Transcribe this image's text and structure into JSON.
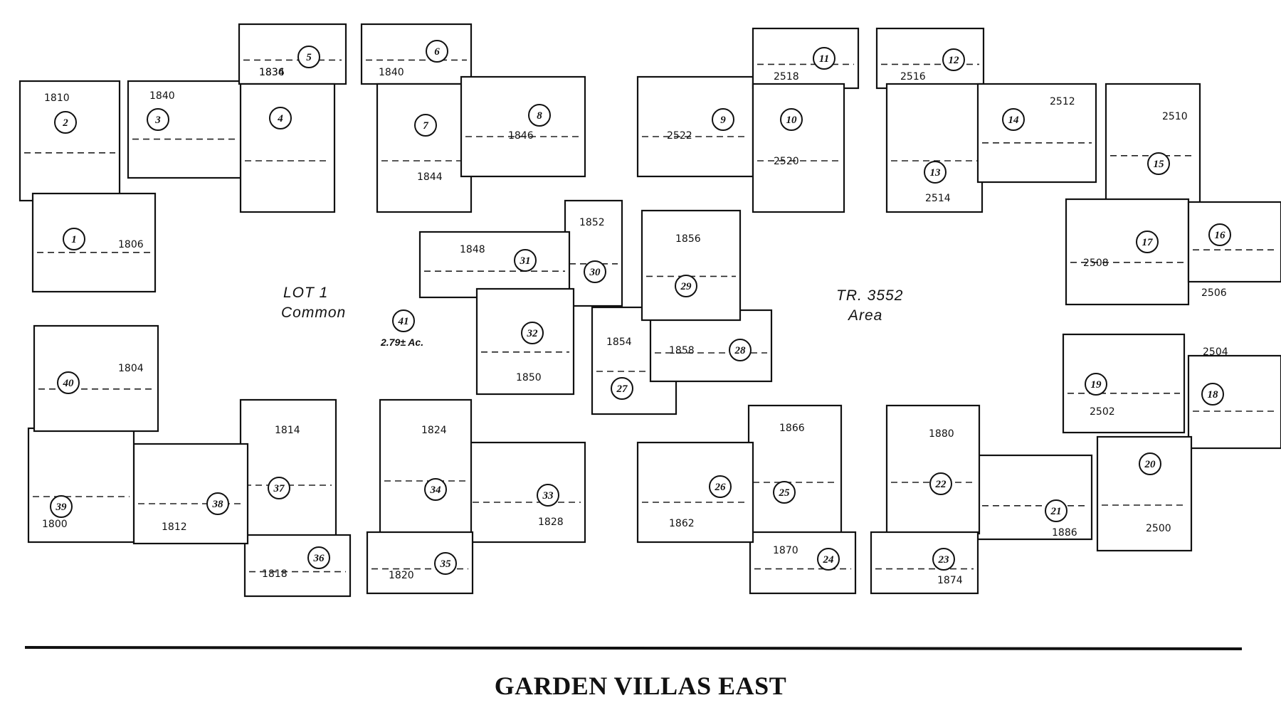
{
  "title": "GARDEN VILLAS EAST",
  "common_area": {
    "lot_label": "LOT 1",
    "common_word": "Common",
    "tract_label": "TR. 3552",
    "area_word": "Area",
    "lot_number": "41",
    "acreage": "2.79± Ac."
  },
  "units": [
    {
      "lot": "1",
      "address": "1806"
    },
    {
      "lot": "2",
      "address": "1810"
    },
    {
      "lot": "3",
      "address": "1840"
    },
    {
      "lot": "4",
      "address": "1834"
    },
    {
      "lot": "5",
      "address": "1836"
    },
    {
      "lot": "6",
      "address": "1840"
    },
    {
      "lot": "7",
      "address": "1844"
    },
    {
      "lot": "8",
      "address": "1846"
    },
    {
      "lot": "9",
      "address": "2522"
    },
    {
      "lot": "10",
      "address": "2520"
    },
    {
      "lot": "11",
      "address": "2518"
    },
    {
      "lot": "12",
      "address": "2516"
    },
    {
      "lot": "13",
      "address": "2514"
    },
    {
      "lot": "14",
      "address": "2512"
    },
    {
      "lot": "15",
      "address": "2510"
    },
    {
      "lot": "16",
      "address": "2506"
    },
    {
      "lot": "17",
      "address": "2508"
    },
    {
      "lot": "18",
      "address": "2504"
    },
    {
      "lot": "19",
      "address": "2502"
    },
    {
      "lot": "20",
      "address": "2500"
    },
    {
      "lot": "21",
      "address": "1886"
    },
    {
      "lot": "22",
      "address": "1880"
    },
    {
      "lot": "23",
      "address": "1874"
    },
    {
      "lot": "24",
      "address": "1870"
    },
    {
      "lot": "25",
      "address": "1866"
    },
    {
      "lot": "26",
      "address": "1862"
    },
    {
      "lot": "27",
      "address": "1854"
    },
    {
      "lot": "28",
      "address": "1858"
    },
    {
      "lot": "29",
      "address": "1856"
    },
    {
      "lot": "30",
      "address": "1852"
    },
    {
      "lot": "31",
      "address": "1848"
    },
    {
      "lot": "32",
      "address": "1850"
    },
    {
      "lot": "33",
      "address": "1828"
    },
    {
      "lot": "34",
      "address": "1824"
    },
    {
      "lot": "35",
      "address": "1820"
    },
    {
      "lot": "36",
      "address": "1818"
    },
    {
      "lot": "37",
      "address": "1814"
    },
    {
      "lot": "38",
      "address": "1812"
    },
    {
      "lot": "39",
      "address": "1800"
    },
    {
      "lot": "40",
      "address": "1804"
    }
  ]
}
